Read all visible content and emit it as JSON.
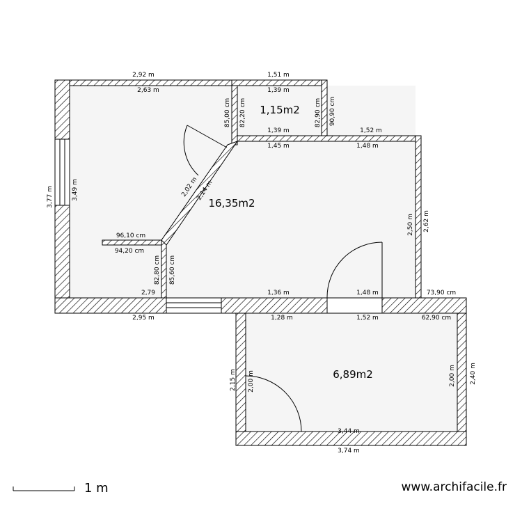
{
  "plan": {
    "rooms": [
      {
        "id": "bathroom",
        "area": "1,15m2"
      },
      {
        "id": "main-room",
        "area": "16,35m2"
      },
      {
        "id": "bedroom",
        "area": "6,89m2"
      }
    ],
    "dimensions": {
      "top_outer_left": "2,92 m",
      "top_inner_left": "2,63 m",
      "top_outer_small": "1,51 m",
      "top_inner_small": "1,39 m",
      "small_bottom": "1,39 m",
      "small_left_outer": "85,00 cm",
      "small_left_inner": "82,20 cm",
      "small_right_inner": "82,90 cm",
      "small_right_outer": "90,90 cm",
      "right_top_outer": "1,52 m",
      "mid_inner_a": "1,45 m",
      "mid_inner_b": "1,48 m",
      "left_outer_height": "3,77 m",
      "left_inner_height": "3,49 m",
      "diag_a": "2,02 m",
      "diag_b": "2,14 m",
      "right_inner_height": "2,50 m",
      "right_outer_height": "2,62 m",
      "stub_top": "96,10 cm",
      "stub_bottom": "94,20 cm",
      "lower_inner": "82,80 cm",
      "lower_outer": "85,60 cm",
      "bottom_small": "2,79",
      "bottom_mid": "1,36 m",
      "bottom_right": "1,48 m",
      "corner_right": "73,90 cm",
      "bottom_outer_left": "2,95 m",
      "bed_top_a": "1,28 m",
      "bed_top_b": "1,52 m",
      "bed_top_right": "62,90 cm",
      "bed_left_outer": "2,15 m",
      "bed_left_inner": "2,00 m",
      "bed_right_inner": "2,00 m",
      "bed_right_outer": "2,40 m",
      "bed_bottom_inner": "3,44 m",
      "bed_bottom_outer": "3,74 m"
    },
    "scale_label": "1 m",
    "site": "www.archifacile.fr"
  }
}
